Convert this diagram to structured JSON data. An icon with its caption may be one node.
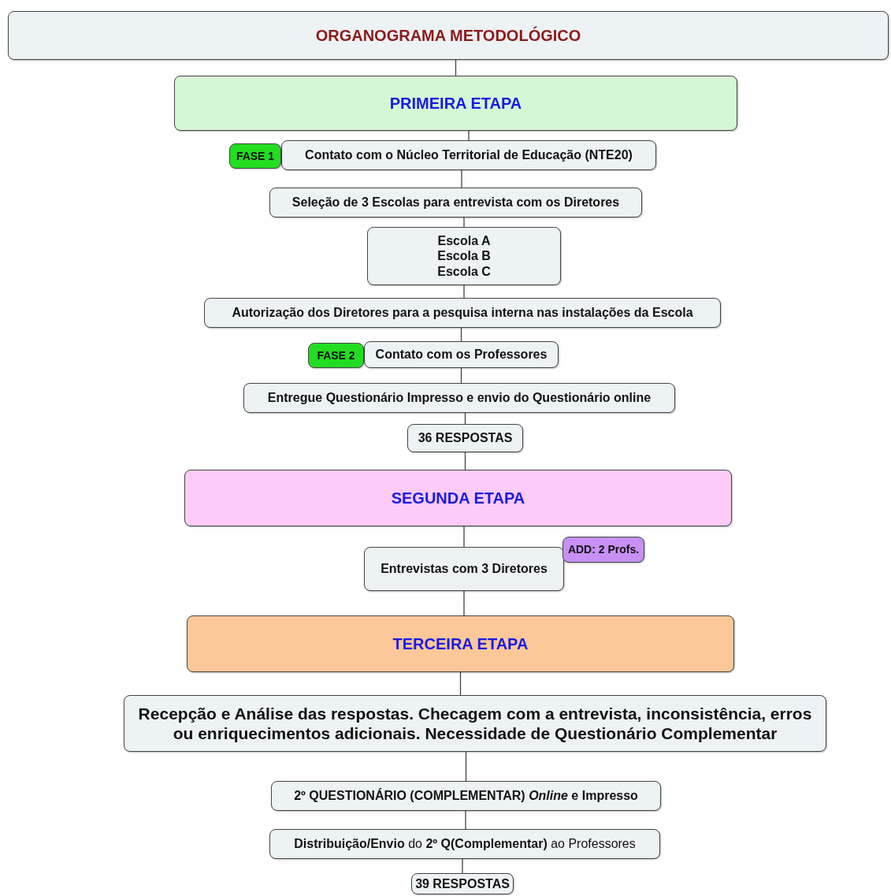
{
  "diagram": {
    "nodes": [
      {
        "text": [
          "ORGANOGRAMA METODOLÓGICO"
        ]
      },
      {
        "text": [
          "PRIMEIRA ETAPA"
        ]
      },
      {
        "text": [
          "FASE 1"
        ]
      },
      {
        "text": [
          "Contato com o Núcleo Territorial de Educação (NTE20)"
        ]
      },
      {
        "text": [
          "Seleção de 3 Escolas para entrevista com os Diretores"
        ]
      },
      {
        "text": [
          "Escola A",
          "Escola B",
          "Escola C"
        ]
      },
      {
        "text": [
          "Autorização dos Diretores para a pesquisa interna nas instalações da Escola"
        ]
      },
      {
        "text": [
          "FASE 2"
        ]
      },
      {
        "text": [
          "Contato com os Professores"
        ]
      },
      {
        "text": [
          "Entregue Questionário Impresso e envio do Questionário online"
        ]
      },
      {
        "text": [
          "36 RESPOSTAS"
        ]
      },
      {
        "text": [
          "SEGUNDA ETAPA"
        ]
      },
      {
        "text": [
          "Entrevistas com 3 Diretores"
        ]
      },
      {
        "text": [
          "ADD: 2 Profs."
        ]
      },
      {
        "text": [
          "TERCEIRA ETAPA"
        ]
      },
      {
        "text": [
          "Recepção e Análise das respostas. Checagem com a entrevista, inconsistência, erros ou enriquecimentos adicionais. Necessidade de Questionário Complementar"
        ]
      },
      {
        "text": [
          "2º QUESTIONÁRIO (COMPLEMENTAR) *Online*  e Impresso"
        ]
      },
      {
        "text": [
          "**Distribuição/Envio** do **2º Q(Complementar)** ao Professores"
        ]
      },
      {
        "text": [
          "39 RESPOSTAS"
        ]
      }
    ],
    "edges": [
      {
        "from": 0,
        "to": 1,
        "arrow": "none"
      },
      {
        "from": 1,
        "to": 3,
        "arrow": "none"
      },
      {
        "from": 3,
        "to": 4,
        "arrow": "none"
      },
      {
        "from": 4,
        "to": 5,
        "arrow": "none"
      },
      {
        "from": 5,
        "to": 6,
        "arrow": "none"
      },
      {
        "from": 6,
        "to": 8,
        "arrow": "none"
      },
      {
        "from": 8,
        "to": 9,
        "arrow": "none"
      },
      {
        "from": 9,
        "to": 10,
        "arrow": "none"
      },
      {
        "from": 10,
        "to": 11,
        "arrow": "none"
      },
      {
        "from": 11,
        "to": 12,
        "arrow": "none"
      },
      {
        "from": 12,
        "to": 14,
        "arrow": "none"
      },
      {
        "from": 14,
        "to": 15,
        "arrow": "none"
      },
      {
        "from": 15,
        "to": 16,
        "arrow": "none"
      },
      {
        "from": 16,
        "to": 17,
        "arrow": "none"
      },
      {
        "from": 17,
        "to": 18,
        "arrow": "none"
      }
    ]
  }
}
